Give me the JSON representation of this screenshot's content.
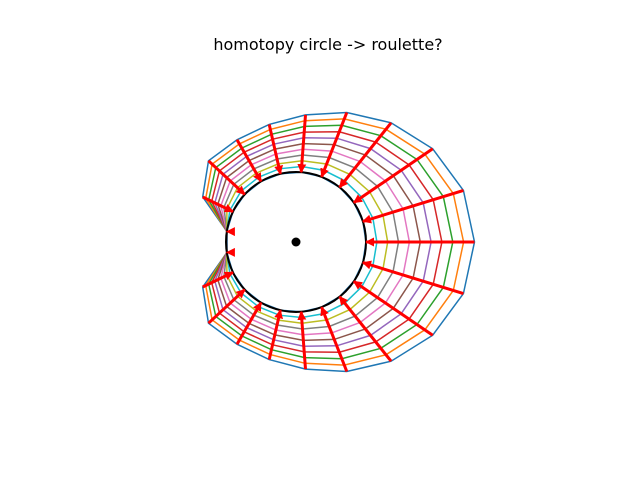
{
  "title": "homotopy circle -> roulette?",
  "chart_data": {
    "type": "line",
    "title": "homotopy circle -> roulette?",
    "xlabel": "",
    "ylabel": "",
    "axes_visible": false,
    "grid": false,
    "aspect": "equal",
    "xlim": [
      -1.8,
      2.65
    ],
    "ylim": [
      -1.7,
      1.7
    ],
    "angle_samples": 21,
    "curve_family": {
      "description_of_values": "t parameter of each closed curve from outermost (t=0) to inner unit circle (t=1)",
      "t": [
        0.0,
        0.1,
        0.2,
        0.3,
        0.4,
        0.5,
        0.6,
        0.7,
        0.8,
        0.9,
        1.0
      ],
      "colors": [
        "#1f77b4",
        "#ff7f0e",
        "#2ca02c",
        "#d62728",
        "#9467bd",
        "#8c564b",
        "#e377c2",
        "#7f7f7f",
        "#bcbd22",
        "#17becf",
        "#1f77b4"
      ]
    },
    "outer_curve_radius_by_angle": {
      "angle_deg": [
        0,
        18,
        36,
        54,
        72,
        90,
        108,
        126,
        144,
        162,
        180
      ],
      "radius": [
        2.55,
        2.5,
        2.35,
        2.15,
        1.95,
        1.78,
        1.7,
        1.68,
        1.72,
        1.3,
        0.72
      ]
    },
    "inner_curve": {
      "center": [
        0,
        0
      ],
      "radius": 1.0,
      "color": "#000000"
    },
    "center_point": {
      "x": 0,
      "y": 0,
      "color": "#000000"
    },
    "arrow_color": "#ff0000"
  }
}
